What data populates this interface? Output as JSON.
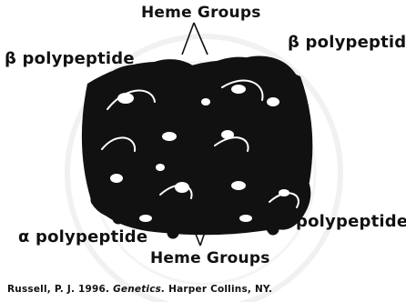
{
  "labels": {
    "heme_top": "Heme Groups",
    "heme_bottom": "Heme Groups",
    "beta_left": "β polypeptide",
    "beta_right": "β polypeptide",
    "alpha_left": "α polypeptide",
    "alpha_right": "α polypeptide"
  },
  "citation": {
    "authors_year": "Russell, P. J. 1996.",
    "title": "Genetics.",
    "publisher": "Harper Collins, NY."
  },
  "colors": {
    "ink": "#111111",
    "background": "#ffffff",
    "watermark": "#e6e6e6"
  }
}
